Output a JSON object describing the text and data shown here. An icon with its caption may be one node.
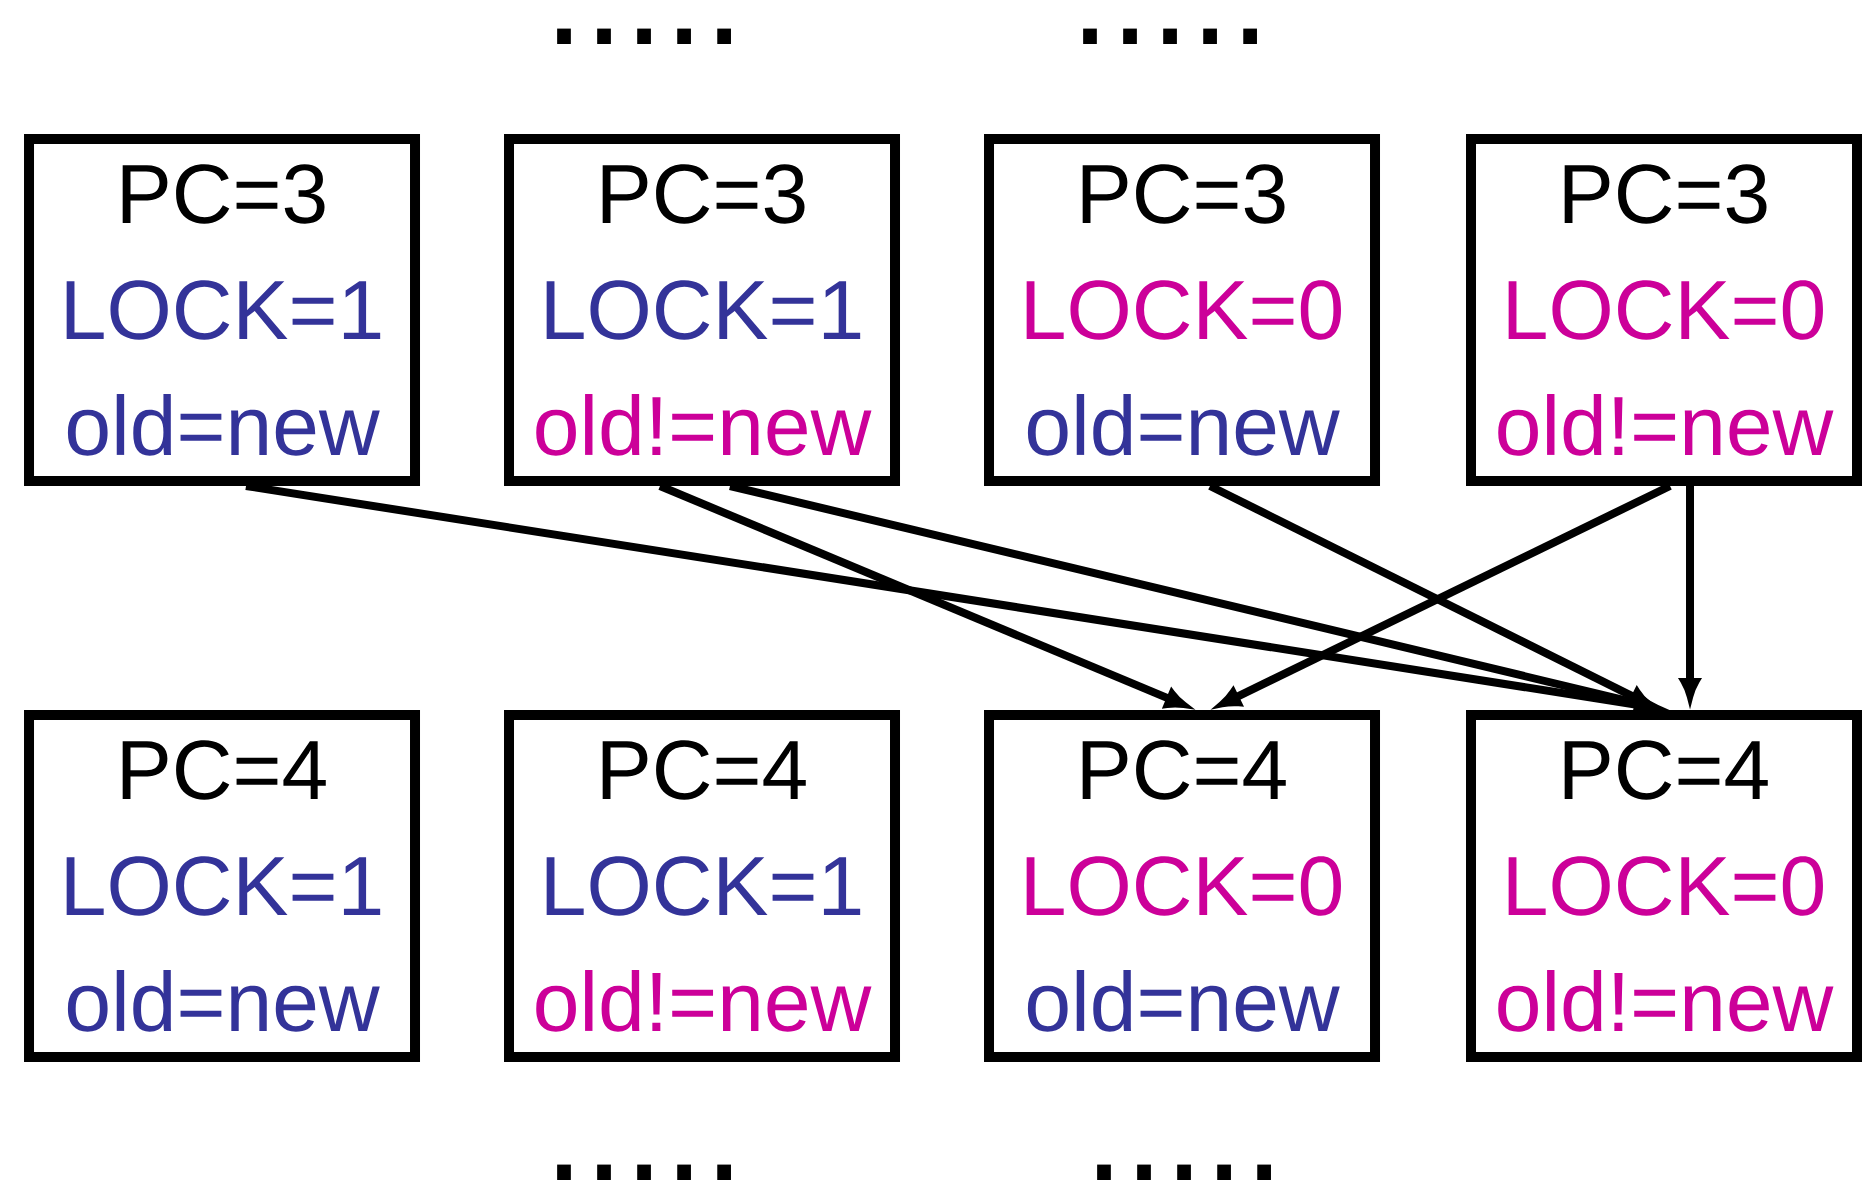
{
  "diagram": {
    "nodes": [
      {
        "text": [
          "PC=3",
          "LOCK=1",
          "old=new"
        ]
      },
      {
        "text": [
          "PC=3",
          "LOCK=1",
          "old!=new"
        ]
      },
      {
        "text": [
          "PC=3",
          "LOCK=0",
          "old=new"
        ]
      },
      {
        "text": [
          "PC=3",
          "LOCK=0",
          "old!=new"
        ]
      },
      {
        "text": [
          "PC=4",
          "LOCK=1",
          "old=new"
        ]
      },
      {
        "text": [
          "PC=4",
          "LOCK=1",
          "old!=new"
        ]
      },
      {
        "text": [
          "PC=4",
          "LOCK=0",
          "old=new"
        ]
      },
      {
        "text": [
          "PC=4",
          "LOCK=0",
          "old!=new"
        ]
      }
    ],
    "edges": [
      {
        "from": 0,
        "to": 7,
        "arrow": "to"
      },
      {
        "from": 1,
        "to": 6,
        "arrow": "to"
      },
      {
        "from": 1,
        "to": 7,
        "arrow": "to"
      },
      {
        "from": 2,
        "to": 7,
        "arrow": "to"
      },
      {
        "from": 3,
        "to": 6,
        "arrow": "to"
      },
      {
        "from": 3,
        "to": 7,
        "arrow": "to"
      }
    ],
    "labels": [
      ".....",
      ".....",
      ".....",
      "....."
    ]
  }
}
